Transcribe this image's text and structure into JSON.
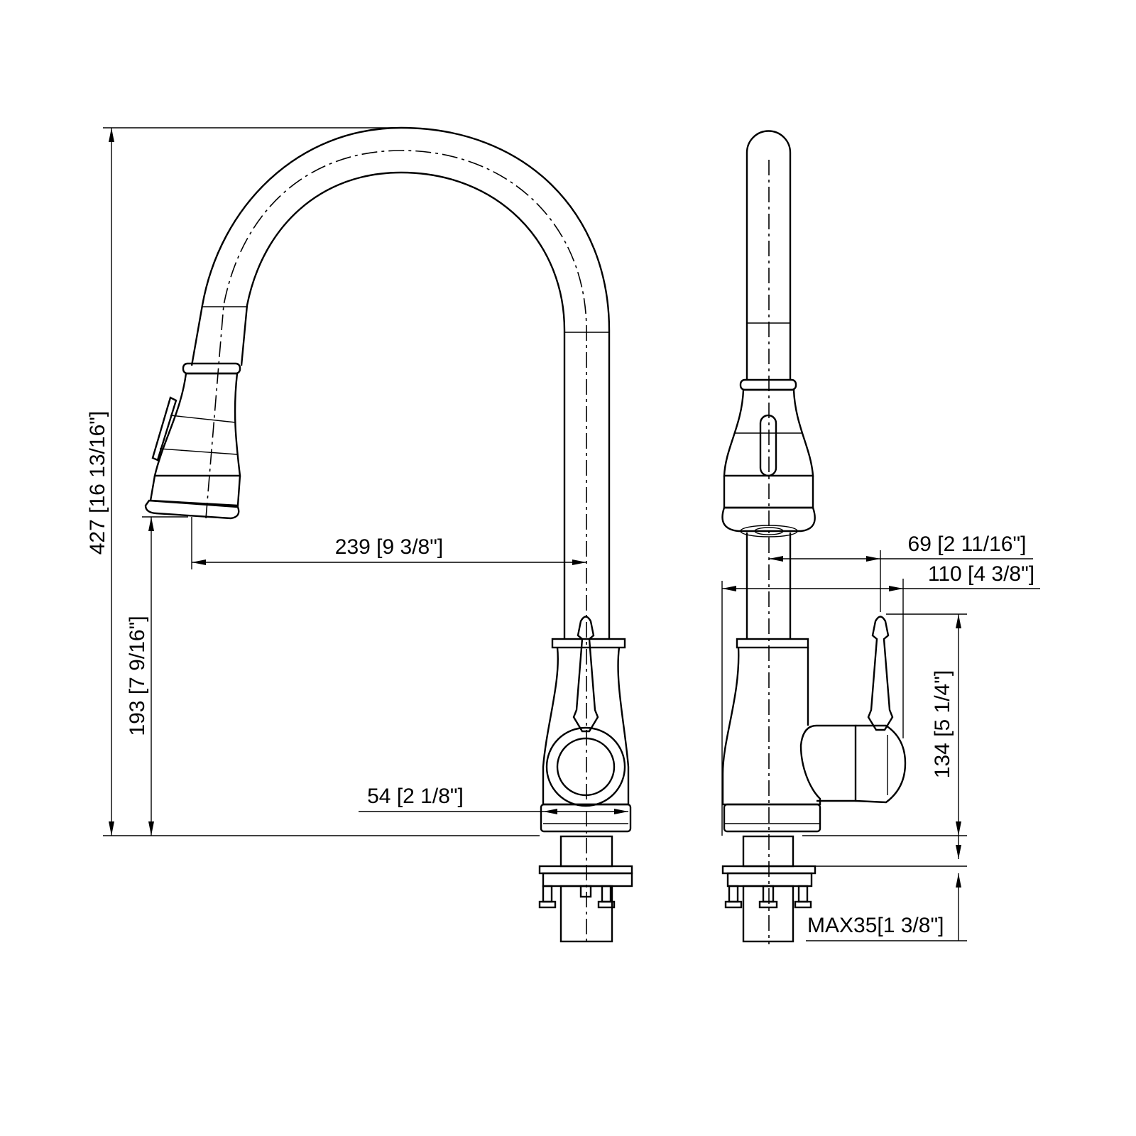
{
  "title": "Pull-down kitchen faucet dimension drawing",
  "dimensions": {
    "overall_height": "427 [16 13/16\"]",
    "spray_height": "193 [7 9/16\"]",
    "spout_reach": "239 [9 3/8\"]",
    "base_width": "54 [2 1/8\"]",
    "handle_offset": "69 [2 11/16\"]",
    "side_depth": "110 [4 3/8\"]",
    "handle_height": "134 [5 1/4\"]",
    "max_deck": "MAX35[1 3/8\"]"
  },
  "colors": {
    "line": "#000000",
    "background": "#ffffff"
  }
}
